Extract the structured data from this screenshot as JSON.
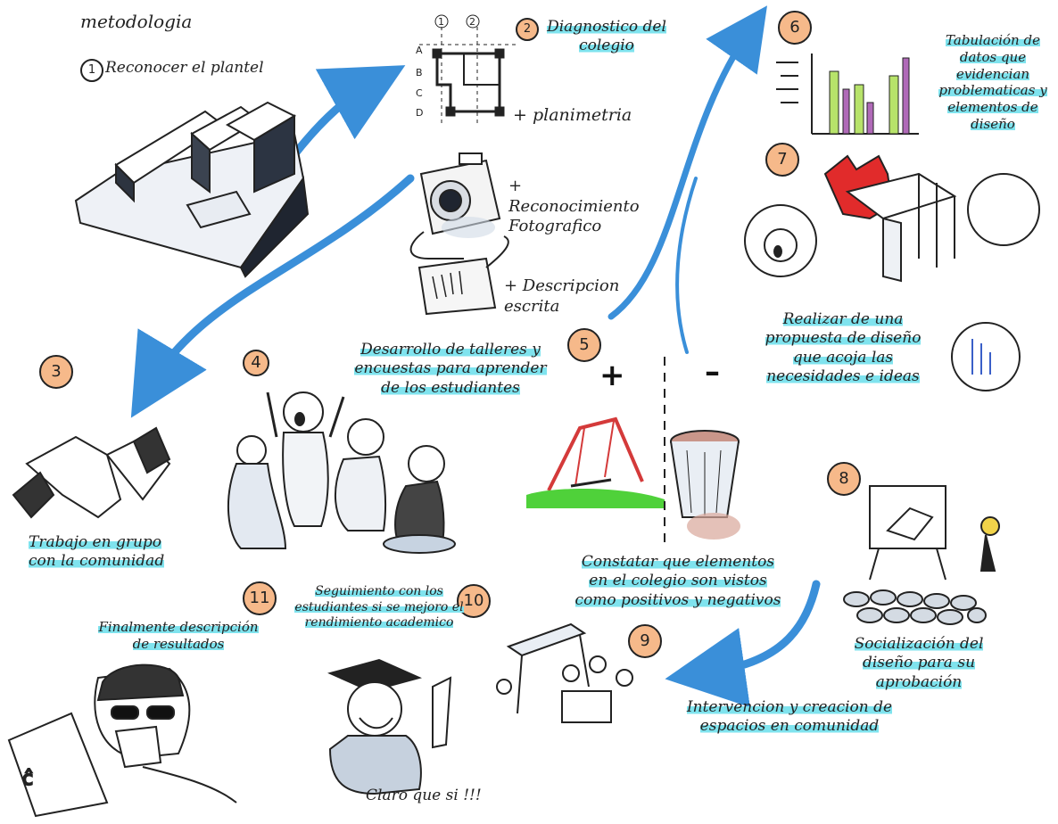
{
  "title": "metodologia",
  "steps": [
    {
      "num": "1",
      "label": "Reconocer el plantel"
    },
    {
      "num": "2",
      "label": "Diagnostico del colegio"
    },
    {
      "num": "3",
      "label": "Trabajo en grupo con la comunidad"
    },
    {
      "num": "4",
      "label": "Desarrollo de talleres y encuestas para aprender de los estudiantes"
    },
    {
      "num": "5",
      "label": "Constatar que elementos en el colegio son vistos como positivos y negativos"
    },
    {
      "num": "6",
      "label": "Tabulación de datos que evidencian problematicas y elementos de diseño"
    },
    {
      "num": "7",
      "label": "Realizar de una propuesta de diseño que acoja las necesidades e ideas"
    },
    {
      "num": "8",
      "label": "Socialización del diseño para su aprobación"
    },
    {
      "num": "9",
      "label": "Intervencion y creacion de espacios en comunidad"
    },
    {
      "num": "10",
      "label": "Seguimiento con los estudiantes si se mejoro el rendimiento academico"
    },
    {
      "num": "11",
      "label": "Finalmente descripción de resultados"
    }
  ],
  "diagnostic_items": [
    "+ planimetria",
    "+ Reconocimiento Fotografico",
    "+ Descripcion escrita"
  ],
  "plan_marks": [
    "1",
    "2",
    "A",
    "B",
    "C",
    "D"
  ],
  "plus_minus": {
    "plus": "+",
    "minus": "–"
  },
  "exclaim": "Claro que si !!!",
  "colors": {
    "highlight": "#7fe3ee",
    "arrow": "#3a8fd9",
    "number_fill": "#f6b98a",
    "ink": "#1a1a1a",
    "bar_green": "#b7e36a",
    "bar_purple": "#b06ab8",
    "swing_red": "#d43a3a",
    "grass": "#4fd13a"
  }
}
